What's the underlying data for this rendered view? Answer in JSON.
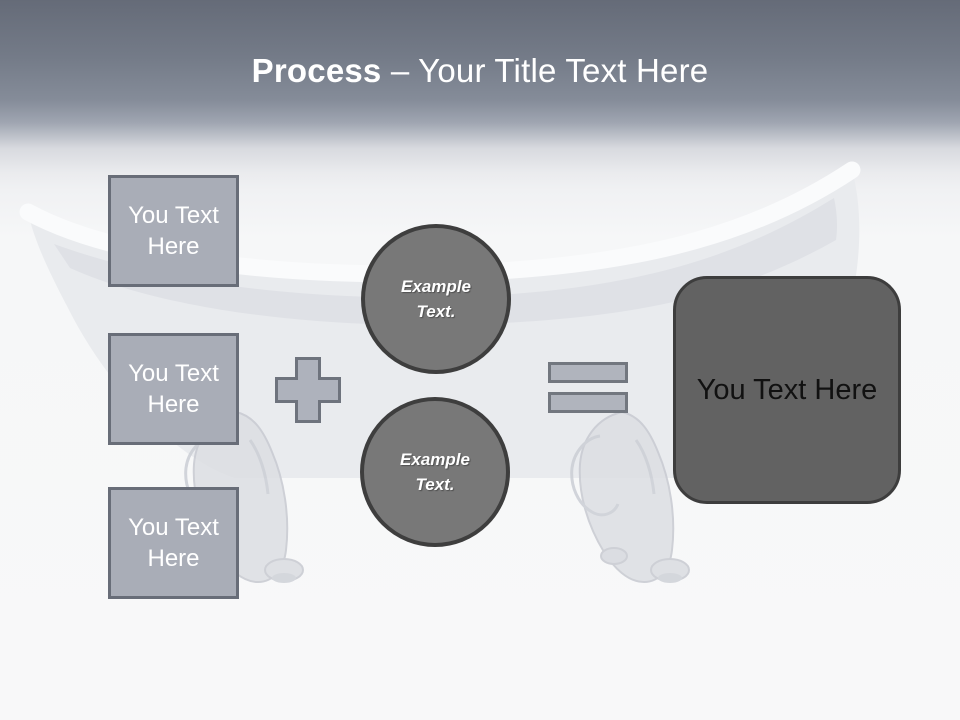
{
  "title": {
    "bold": "Process",
    "rest": " – Your Title Text Here"
  },
  "left_boxes": [
    {
      "label": "You Text Here"
    },
    {
      "label": "You Text Here"
    },
    {
      "label": "You Text Here"
    }
  ],
  "circles": [
    {
      "label": "Example Text."
    },
    {
      "label": "Example Text."
    }
  ],
  "result_box": {
    "label": "You Text Here"
  },
  "icons": {
    "plus": "plus-icon",
    "equals": "equals-icon",
    "background": "clawfoot-bathtub-image"
  },
  "colors": {
    "header_gradient_top": "#656b78",
    "header_gradient_mid": "#858c99",
    "slide_background": "#f8f8f9",
    "placeholder_fill": "#a9adb7",
    "placeholder_border": "#686d78",
    "circle_fill": "#787878",
    "circle_border": "#3e3e3e",
    "result_fill": "#626262",
    "result_border": "#3d3d3d",
    "operator_fill": "#b0b4bd",
    "operator_border": "#72777f",
    "title_text": "#ffffff",
    "box_text": "#ffffff",
    "circle_text": "#ffffff",
    "result_text": "#111111"
  }
}
